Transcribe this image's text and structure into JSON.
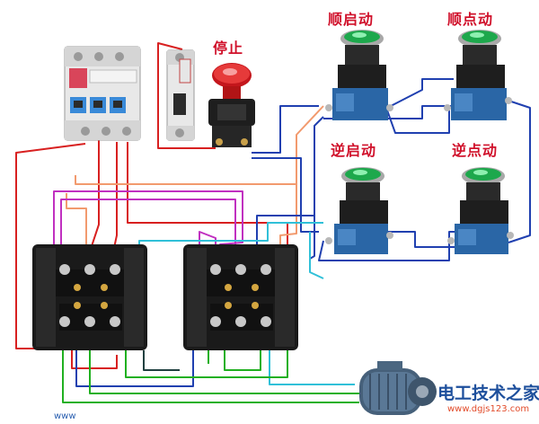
{
  "labels": {
    "stop": "停止",
    "forward_start": "顺启动",
    "forward_jog": "顺点动",
    "reverse_start": "逆启动",
    "reverse_jog": "逆点动"
  },
  "watermark": {
    "title": "电工技术之家",
    "url": "www.dgjs123.com"
  },
  "corner_text": "www"
}
